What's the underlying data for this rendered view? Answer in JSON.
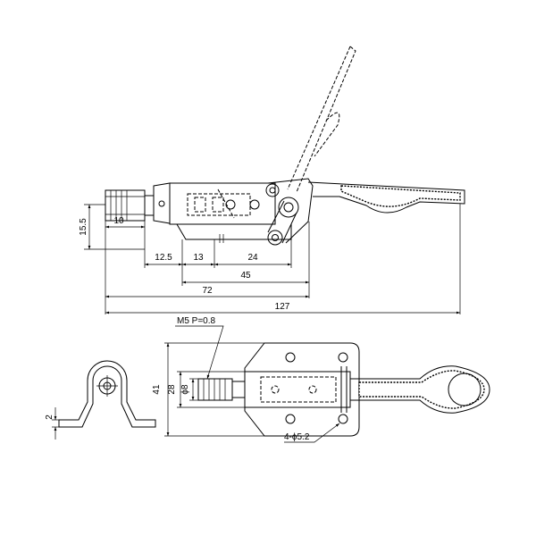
{
  "dimensions": {
    "d_15_5": "15.5",
    "d_10": "10",
    "d_12_5": "12.5",
    "d_13": "13",
    "d_24": "24",
    "d_45": "45",
    "d_72": "72",
    "d_127": "127",
    "thread": "M5 P=0.8",
    "d_phi8": "ϕ8",
    "d_28": "28",
    "d_41": "41",
    "d_2": "2",
    "holes": "4-ϕ5.2"
  },
  "colors": {
    "line": "#000000",
    "background": "#ffffff"
  }
}
